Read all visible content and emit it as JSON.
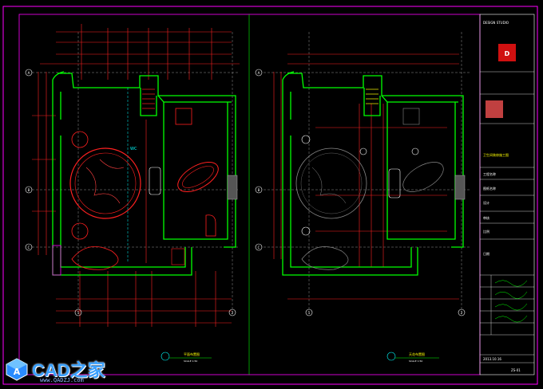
{
  "watermark": {
    "brand": "CAD之家",
    "site": "www.QADZJ.com"
  },
  "plans": {
    "left_title": "平面布置图",
    "right_title": "天花布置图",
    "scale": "SCALE 1:50",
    "grid_left": [
      "A",
      "B",
      "C"
    ],
    "grid_top": [
      "1",
      "2"
    ],
    "room_label": "WC"
  },
  "title_block": {
    "company": "DESIGN STUDIO",
    "project": "卫生间装修施工图",
    "rows": [
      "工程名称",
      "图纸名称",
      "设计",
      "审核",
      "比例",
      "日期"
    ],
    "date": "2013.10.16",
    "sheet": "ZS-01"
  },
  "colors": {
    "frame": "#ff00ff",
    "wall": "#00ff00",
    "dim": "#ff2020",
    "grid": "#ffffff",
    "accent": "#ff0000",
    "cyan": "#00ffff",
    "yellow": "#ffff00"
  }
}
